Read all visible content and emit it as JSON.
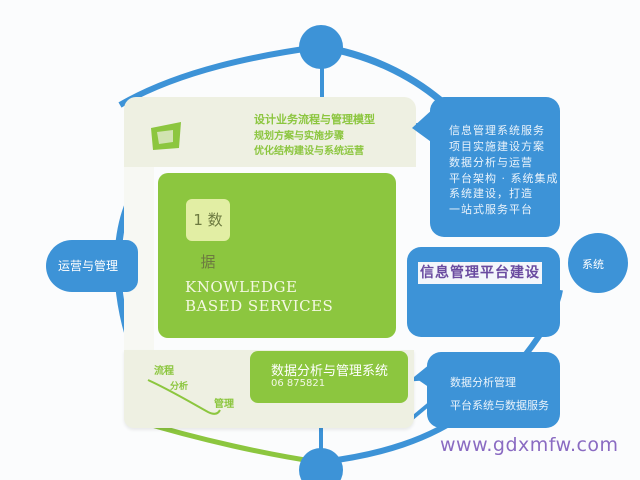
{
  "colors": {
    "blue": "#3d93d7",
    "green": "#8cc63f",
    "panel": "#eef0e2",
    "watermark": "#8a6bc2"
  },
  "top_panel": {
    "icon": "monitor-icon",
    "lines": [
      "设计业务流程与管理模型",
      "规划方案与实施步骤",
      "优化结构建设与系统运营"
    ]
  },
  "top_right_bubble": {
    "lines": [
      "信息管理系统服务",
      "项目实施建设方案",
      "数据分析与运营",
      "平台架构 · 系统集成",
      "系统建设，打造",
      "一站式服务平台"
    ]
  },
  "main_card": {
    "badge": "1 数据",
    "title": "KNOWLEDGE",
    "subtitle": "BASED SERVICES"
  },
  "left_node": {
    "label": "运营与管理"
  },
  "middle_right_box": {
    "label": "信息管理平台建设"
  },
  "right_circle": {
    "label": "系统"
  },
  "bottom_panel": {
    "labels": [
      "流程",
      "分析",
      "管理"
    ]
  },
  "bottom_green": {
    "title": "数据分析与管理系统",
    "subtitle": "06 875821"
  },
  "bottom_right_bubble": {
    "lines": [
      "数据分析管理",
      "平台系统与数据服务"
    ]
  },
  "watermark": "www.gdxmfw.com"
}
